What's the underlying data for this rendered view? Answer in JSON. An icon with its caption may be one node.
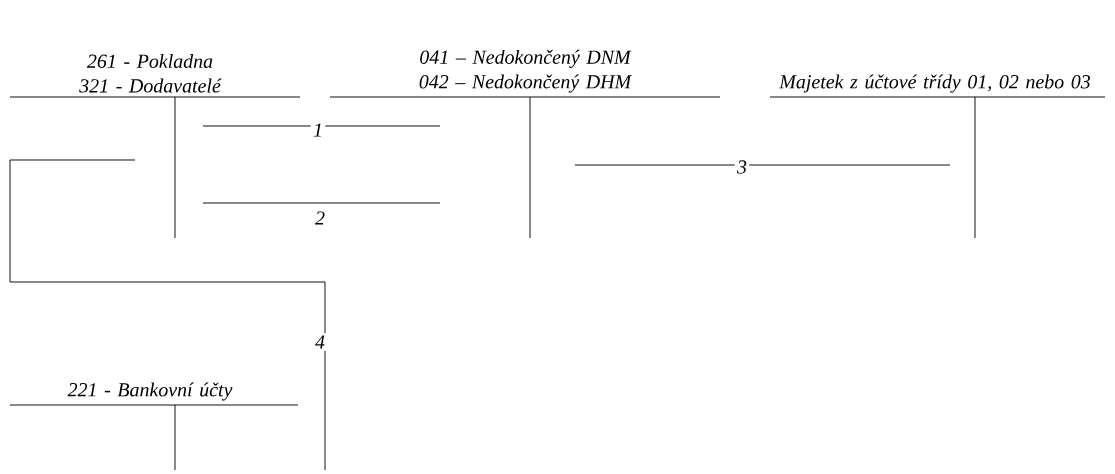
{
  "diagram": {
    "nodes": [
      {
        "text": [
          "261 - Pokladna",
          "321 - Dodavatelé"
        ]
      },
      {
        "text": [
          "041 – Nedokončený DNM",
          "042 – Nedokončený DHM"
        ]
      },
      {
        "text": [
          "Majetek z účtové třídy 01, 02 nebo 03"
        ]
      },
      {
        "text": [
          "221 - Bankovní účty"
        ]
      }
    ],
    "edges": [
      {
        "from": 0,
        "to": 1,
        "arrow": "none",
        "label": "1"
      },
      {
        "from": 0,
        "to": 1,
        "arrow": "none",
        "label": "2"
      },
      {
        "from": 1,
        "to": 2,
        "arrow": "none",
        "label": "3"
      },
      {
        "from": 3,
        "to": 0,
        "arrow": "none",
        "label": "4"
      }
    ]
  }
}
